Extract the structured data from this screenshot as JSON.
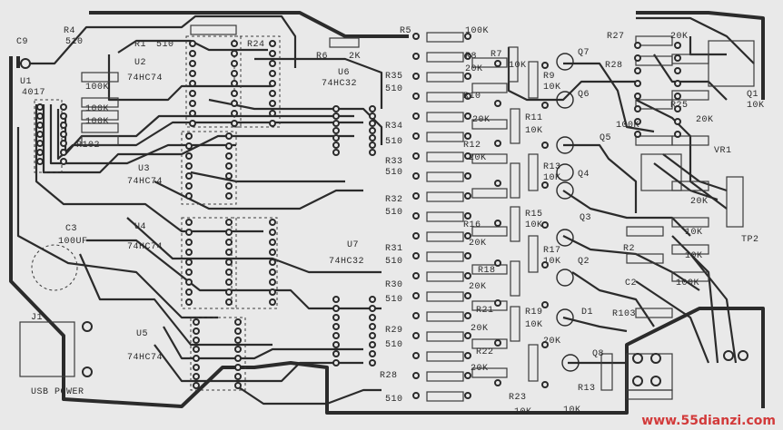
{
  "labels": {
    "c9": "C9",
    "r4": "R4",
    "r4_val": "510",
    "r1": "R1",
    "r1_val": "510",
    "r5": "R5",
    "r5_val": "100K",
    "r24": "R24",
    "u2": "U2",
    "u2_type": "74HC74",
    "u1": "U1",
    "u1_type": "4017",
    "r_100k_left": "100K",
    "r_100k_left2": "100K",
    "r_100k_left3": "100K",
    "r102": "R102",
    "r6": "R6",
    "r6_val": "2K",
    "u6": "U6",
    "u6_type": "74HC32",
    "r35": "R35",
    "r35_val": "510",
    "r7": "R7",
    "r7_val": "10K",
    "r8": "R8",
    "r8_val": "20K",
    "r9": "R9",
    "r9_val": "10K",
    "r10": "R10",
    "r10_val": "20K",
    "q7": "Q7",
    "r27": "R27",
    "r27_val": "20K",
    "r28_top": "R28",
    "q1": "Q1",
    "q1_val": "10K",
    "r25": "R25",
    "r25_val": "20K",
    "r34": "R34",
    "r34_val": "510",
    "r11": "R11",
    "r11_val": "10K",
    "q6": "Q6",
    "q5": "Q5",
    "r_100k_q5": "100K",
    "r12": "R12",
    "r12_val": "20K",
    "u3": "U3",
    "u3_type": "74HC74",
    "r33": "R33",
    "r33_val": "510",
    "r13": "R13",
    "r13_val": "10K",
    "q4": "Q4",
    "r_20k_mid": "20K",
    "r_10k_mid": "10K",
    "vr1": "VR1",
    "tp2": "TP2",
    "r32": "R32",
    "r32_val": "510",
    "r15": "R15",
    "r15_val": "10K",
    "r16": "R16",
    "r16_val": "20K",
    "c3": "C3",
    "c3_val": "100UF",
    "u4": "U4",
    "u4_type": "74HC74",
    "q3": "Q3",
    "r31": "R31",
    "r31_val": "510",
    "u7": "U7",
    "u7_type": "74HC32",
    "r17": "R17",
    "r17_val": "10K",
    "q2": "Q2",
    "r2": "R2",
    "r2_val": "10K",
    "r18": "R18",
    "r18_val": "20K",
    "r30": "R30",
    "r30_val": "510",
    "c2": "C2",
    "r_100k_c2": "100K",
    "j1": "J1",
    "r21": "R21",
    "r21_val": "20K",
    "r19": "R19",
    "r19_val": "10K",
    "d1": "D1",
    "r103": "R103",
    "u5": "U5",
    "u5_type": "74HC74",
    "r29": "R29",
    "r29_val": "510",
    "r22": "R22",
    "r22_val": "20K",
    "r20_val": "20K",
    "q8": "Q8",
    "r28": "R28",
    "r28_val": "510",
    "r23": "R23",
    "r23_val": "10K",
    "r13b": "R13",
    "r13b_val": "10K",
    "usb_power": "USB POWER",
    "watermark": "www.55dianzi.com"
  },
  "colors": {
    "board_bg": "#e9e9e9",
    "trace": "#2b2b2b",
    "silk": "#3a3a3a",
    "watermark": "#d23a3a"
  }
}
